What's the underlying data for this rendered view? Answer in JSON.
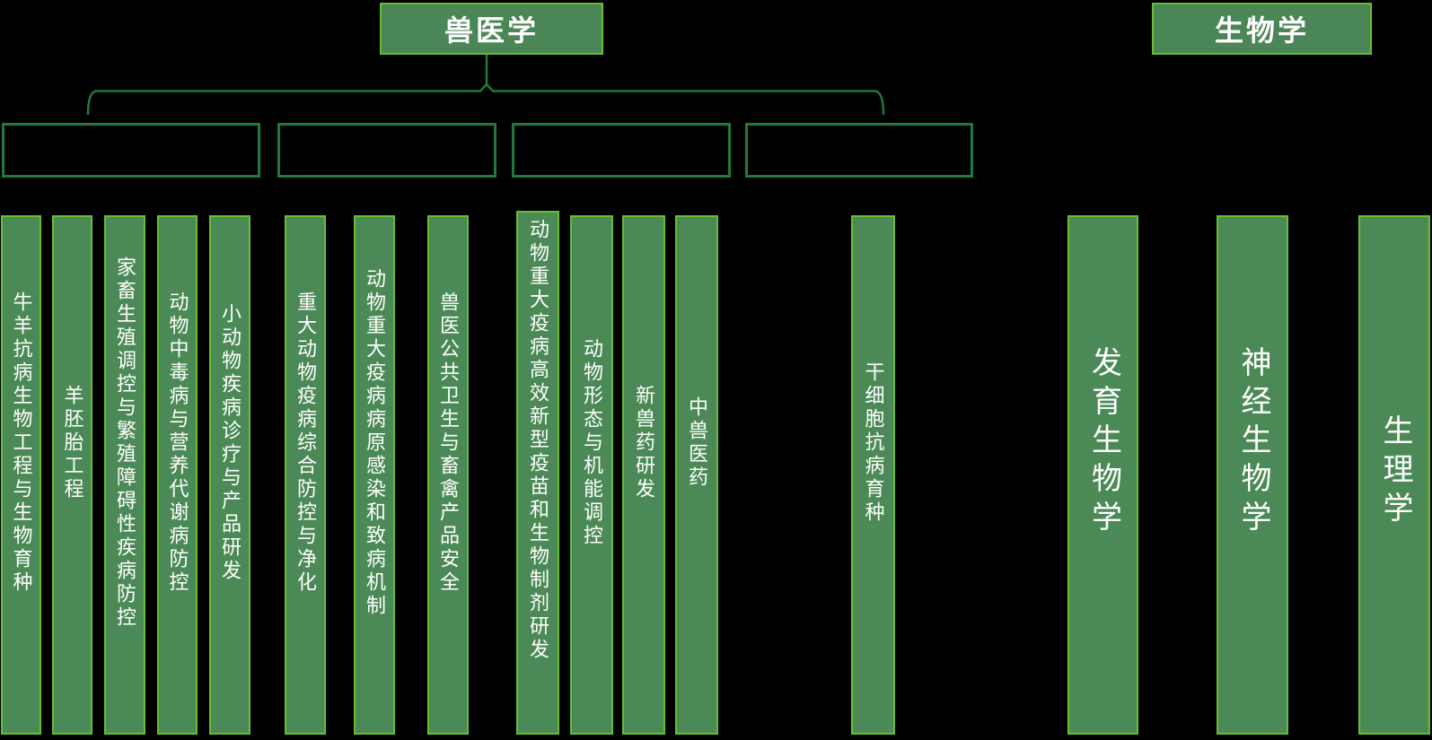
{
  "roots": [
    {
      "label": "兽医学"
    },
    {
      "label": "生物学"
    }
  ],
  "category_boxes": [
    {
      "label": ""
    },
    {
      "label": ""
    },
    {
      "label": ""
    },
    {
      "label": ""
    }
  ],
  "bars": [
    {
      "label": "牛羊抗病生物工程与生物育种"
    },
    {
      "label": "羊胚胎工程"
    },
    {
      "label": "家畜生殖调控与繁殖障碍性疾病防控"
    },
    {
      "label": "动物中毒病与营养代谢病防控"
    },
    {
      "label": "小动物疾病诊疗与产品研发"
    },
    {
      "label": "重大动物疫病综合防控与净化"
    },
    {
      "label": "动物重大疫病病原感染和致病机制"
    },
    {
      "label": "兽医公共卫生与畜禽产品安全"
    },
    {
      "label": "动物重大疫病高效新型疫苗和生物制剂研发"
    },
    {
      "label": "动物形态与机能调控"
    },
    {
      "label": "新兽药研发"
    },
    {
      "label": "中兽医药"
    },
    {
      "label": "干细胞抗病育种"
    },
    {
      "label": "发育生物学"
    },
    {
      "label": "神经生物学"
    },
    {
      "label": "生理学"
    }
  ],
  "colors": {
    "background": "#000000",
    "bar_fill": "#4b8a56",
    "root_fill": "#4b8657",
    "bright_border": "#68be33",
    "dark_connector": "#1e7b39",
    "text": "#ffffff"
  }
}
